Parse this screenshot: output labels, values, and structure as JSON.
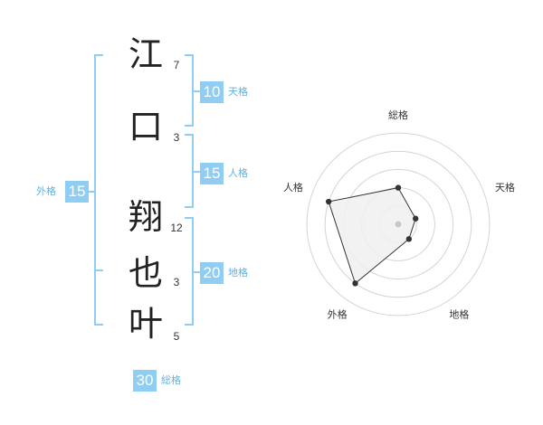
{
  "name": {
    "characters": [
      {
        "char": "江",
        "strokes": "7"
      },
      {
        "char": "口",
        "strokes": "3"
      },
      {
        "char": "翔",
        "strokes": "12"
      },
      {
        "char": "也",
        "strokes": "3"
      },
      {
        "char": "叶",
        "strokes": "5"
      }
    ]
  },
  "fortune": {
    "tenkaku": {
      "value": "10",
      "label": "天格"
    },
    "jinkaku": {
      "value": "15",
      "label": "人格"
    },
    "chikaku": {
      "value": "20",
      "label": "地格"
    },
    "gaikaku": {
      "value": "15",
      "label": "外格"
    },
    "soukaku": {
      "value": "30",
      "label": "総格"
    }
  },
  "radar": {
    "axes": [
      "総格",
      "天格",
      "地格",
      "外格",
      "人格"
    ],
    "max": 5,
    "values": [
      2,
      1,
      1,
      4,
      4
    ],
    "colors": {
      "grid": "#d4d4d4",
      "fill": "#f0f0f0",
      "line": "#333333",
      "center": "#c8c8c8"
    }
  }
}
